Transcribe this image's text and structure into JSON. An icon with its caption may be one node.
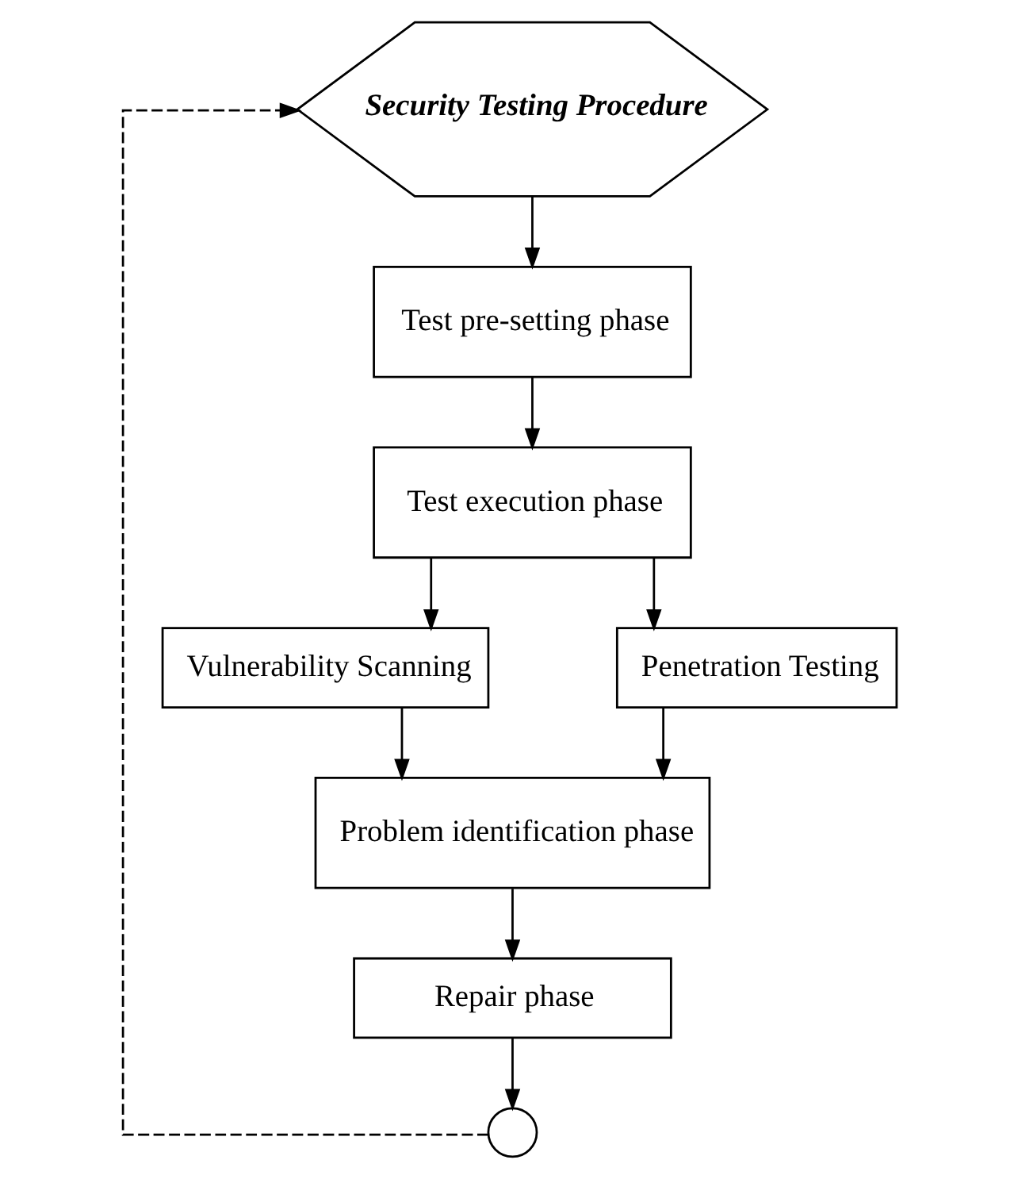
{
  "diagram": {
    "nodes": [
      {
        "text": [
          "Security Testing Procedure"
        ]
      },
      {
        "text": [
          "Test pre-setting phase"
        ]
      },
      {
        "text": [
          "Test execution phase"
        ]
      },
      {
        "text": [
          "Vulnerability Scanning"
        ]
      },
      {
        "text": [
          "Penetration Testing"
        ]
      },
      {
        "text": [
          "Problem identification phase"
        ]
      },
      {
        "text": [
          "Repair phase"
        ]
      },
      {
        "text": [],
        "shape": "circle"
      }
    ],
    "edges": [
      {
        "from": 0,
        "to": 1,
        "arrow": "to"
      },
      {
        "from": 1,
        "to": 2,
        "arrow": "to"
      },
      {
        "from": 2,
        "to": 3,
        "arrow": "to"
      },
      {
        "from": 2,
        "to": 4,
        "arrow": "to"
      },
      {
        "from": 3,
        "to": 5,
        "arrow": "to"
      },
      {
        "from": 4,
        "to": 5,
        "arrow": "to"
      },
      {
        "from": 5,
        "to": 6,
        "arrow": "to"
      },
      {
        "from": 6,
        "to": 7,
        "arrow": "to"
      },
      {
        "from": 7,
        "to": 0,
        "arrow": "to",
        "style": "dashed"
      }
    ]
  }
}
